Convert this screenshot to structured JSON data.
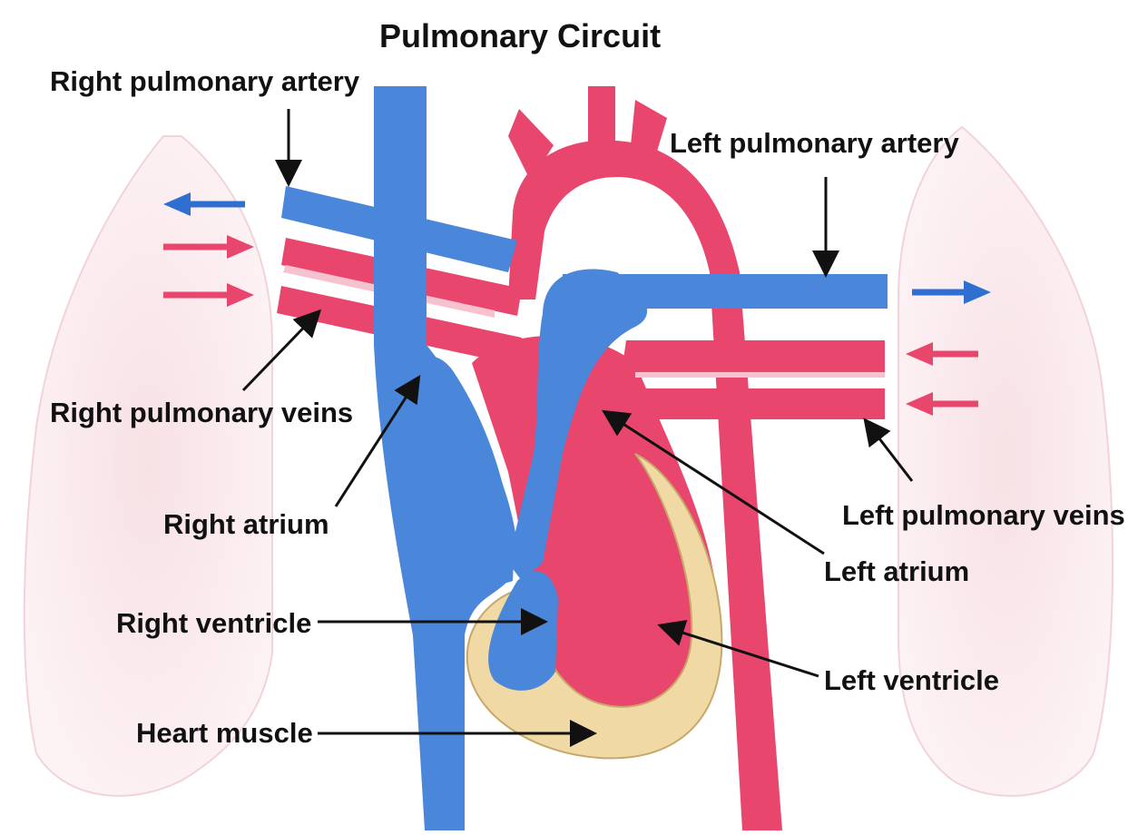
{
  "title": "Pulmonary Circuit",
  "labels": {
    "right_pulmonary_artery": "Right pulmonary artery",
    "left_pulmonary_artery": "Left pulmonary artery",
    "right_pulmonary_veins": "Right pulmonary veins",
    "left_pulmonary_veins": "Left pulmonary veins",
    "right_atrium": "Right atrium",
    "left_atrium": "Left atrium",
    "right_ventricle": "Right ventricle",
    "left_ventricle": "Left ventricle",
    "heart_muscle": "Heart muscle"
  },
  "colors": {
    "deoxygenated": "#4a86d9",
    "oxygenated": "#e8466d",
    "heart_muscle": "#f0d9a4",
    "lung": "#fbeaed"
  }
}
